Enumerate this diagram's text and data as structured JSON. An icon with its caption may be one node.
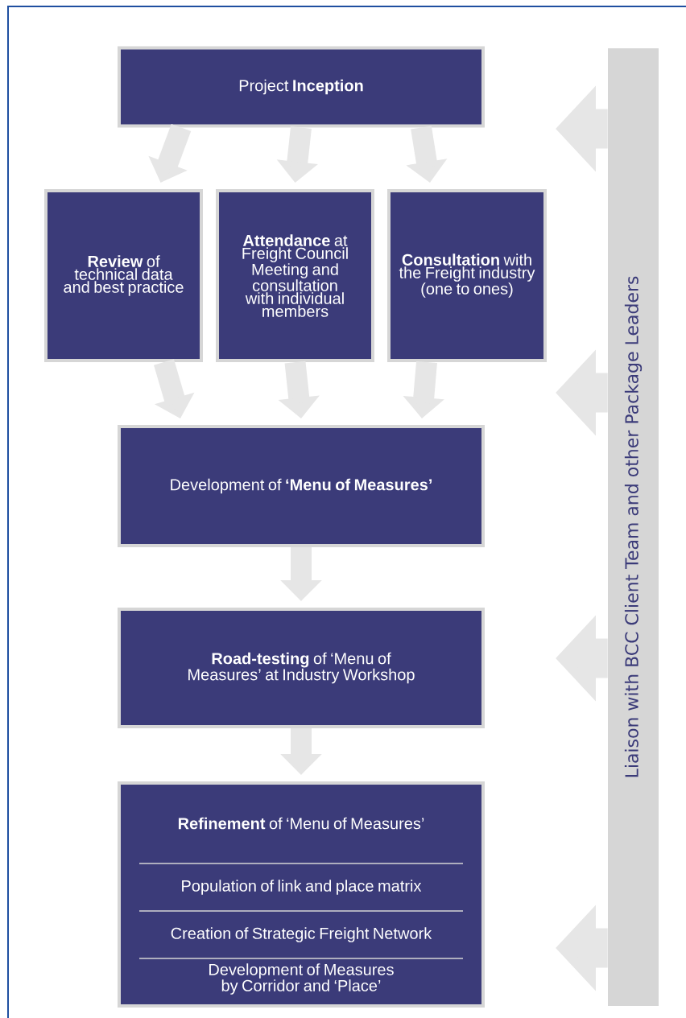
{
  "diagram": {
    "nodes": [
      {
        "text": [
          "Project **Inception**"
        ]
      },
      {
        "text": [
          "**Review** of technical data and best practice"
        ]
      },
      {
        "text": [
          "**Attendance** at Freight Council Meeting and consultation with individual members"
        ]
      },
      {
        "text": [
          "**Consultation** with the Freight industry (one to ones)"
        ]
      },
      {
        "text": [
          "Development of **‘Menu of Measures’**"
        ]
      },
      {
        "text": [
          "**Road-testing** of ‘Menu of Measures’ at Industry Workshop"
        ]
      },
      {
        "text": [
          "**Refinement** of ‘Menu of Measures’",
          "Population of link and place matrix",
          "Creation of  Strategic Freight Network",
          "Development of Measures by Corridor and ‘Place’"
        ]
      },
      {
        "text": [
          "Liaison with BCC Client Team and other Package Leaders"
        ]
      }
    ],
    "edges": [
      {
        "from": 0,
        "to": 1,
        "arrow": "to"
      },
      {
        "from": 0,
        "to": 2,
        "arrow": "to"
      },
      {
        "from": 0,
        "to": 3,
        "arrow": "to"
      },
      {
        "from": 1,
        "to": 4,
        "arrow": "to"
      },
      {
        "from": 2,
        "to": 4,
        "arrow": "to"
      },
      {
        "from": 3,
        "to": 4,
        "arrow": "to"
      },
      {
        "from": 4,
        "to": 5,
        "arrow": "to"
      },
      {
        "from": 5,
        "to": 6,
        "arrow": "to"
      },
      {
        "from": 7,
        "to": null,
        "arrow": "to",
        "style": "thick"
      },
      {
        "from": 7,
        "to": null,
        "arrow": "to",
        "style": "thick"
      },
      {
        "from": 7,
        "to": null,
        "arrow": "to",
        "style": "thick"
      },
      {
        "from": 7,
        "to": null,
        "arrow": "to",
        "style": "thick"
      }
    ]
  }
}
